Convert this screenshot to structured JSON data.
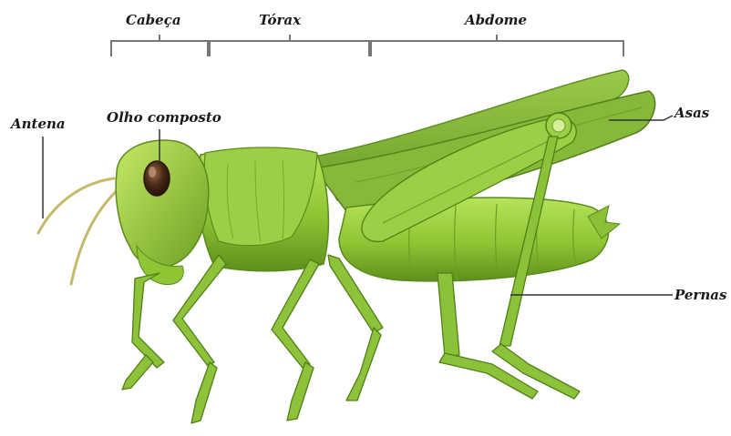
{
  "labels": {
    "cabeca": "Cabeça",
    "torax": "Tórax",
    "abdome": "Abdome",
    "antena": "Antena",
    "olho": "Olho composto",
    "asas": "Asas",
    "pernas": "Pernas"
  },
  "colors": {
    "body_light": "#a6d84a",
    "body_mid": "#7fb62c",
    "body_dark": "#4f7f16",
    "wing": "#8cbd3e",
    "wing_dark": "#5e8e22",
    "eye": "#4a2a18",
    "leader_line": "#333333",
    "bracket": "#777777"
  }
}
